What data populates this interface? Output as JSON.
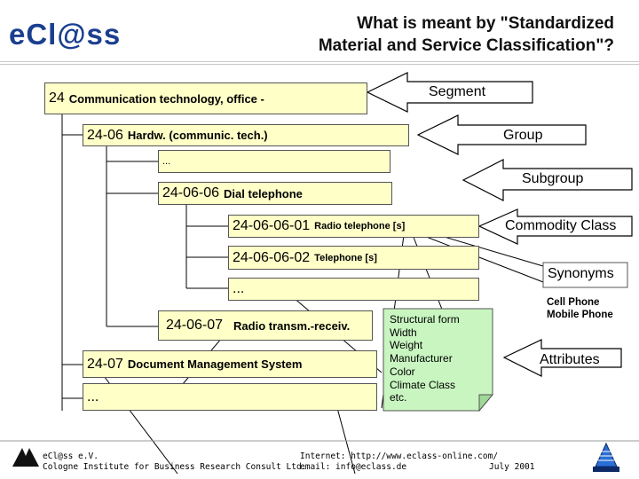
{
  "header": {
    "logo": "eCl@ss",
    "title_line1": "What is meant by \"Standardized",
    "title_line2": "Material and Service Classification\"?"
  },
  "hierarchy": {
    "segment": {
      "code": "24",
      "label": "Communication technology, office -"
    },
    "group": {
      "code": "24-06",
      "label": "Hardw. (communic. tech.)"
    },
    "ellipsis_1": "...",
    "subgroup": {
      "code": "24-06-06",
      "label": "Dial telephone"
    },
    "class_1": {
      "code": "24-06-06-01",
      "label": "Radio telephone [s]"
    },
    "class_2": {
      "code": "24-06-06-02",
      "label": "Telephone [s]"
    },
    "ellipsis_2": "...",
    "subgroup_2": {
      "code": "24-06-07",
      "label": "Radio transm.-receiv."
    },
    "group_2": {
      "code": "24-07",
      "label": "Document Management System"
    },
    "ellipsis_3": "..."
  },
  "arrows": {
    "segment": "Segment",
    "group": "Group",
    "subgroup": "Subgroup",
    "commodity_class": "Commodity Class",
    "synonyms": "Synonyms",
    "attributes": "Attributes"
  },
  "synonyms_list": [
    "Cell Phone",
    "Mobile Phone"
  ],
  "attributes_note": [
    "Structural form",
    "Width",
    "Weight",
    "Manufacturer",
    "Color",
    "Climate Class",
    "etc."
  ],
  "footer": {
    "org_line1": "eCl@ss e.V.",
    "org_line2": "Cologne Institute for Business Research Consult Ltd.",
    "internet": "Internet: http://www.eclass-online.com/",
    "email": "email: info@eclass.de",
    "date": "July 2001"
  },
  "colors": {
    "box_fill": "#ffffc8",
    "note_fill": "#c8f5c0",
    "logo": "#1a3f8f",
    "pyramid": "#2a6fd6"
  }
}
